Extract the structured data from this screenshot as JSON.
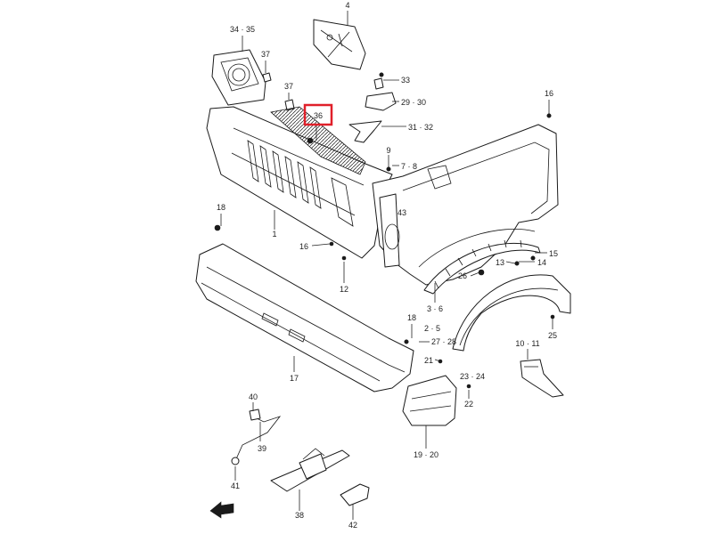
{
  "colors": {
    "highlight": "#e0202a",
    "ink": "#1a1a1a",
    "background": "#ffffff"
  },
  "icons": {
    "direction_arrow": "front-direction-arrow-icon"
  },
  "highlighted_callout": "36",
  "callouts": {
    "c4": "4",
    "c34_35": "34 · 35",
    "c37a": "37",
    "c37b": "37",
    "c36": "36",
    "c33": "33",
    "c29_30": "29 · 30",
    "c31_32": "31 · 32",
    "c16a": "16",
    "c9": "9",
    "c7_8": "7 · 8",
    "c43": "43",
    "c18a": "18",
    "c1": "1",
    "c16b": "16",
    "c12": "12",
    "c15": "15",
    "c14": "14",
    "c13": "13",
    "c26": "26",
    "c3_6": "3 · 6",
    "c18b": "18",
    "c2_5": "2 · 5",
    "c27_28": "27 · 28",
    "c25": "25",
    "c10_11": "10 · 11",
    "c21": "21",
    "c17": "17",
    "c23_24": "23 · 24",
    "c22": "22",
    "c40": "40",
    "c39": "39",
    "c19_20": "19 · 20",
    "c41": "41",
    "c38": "38",
    "c42": "42"
  }
}
